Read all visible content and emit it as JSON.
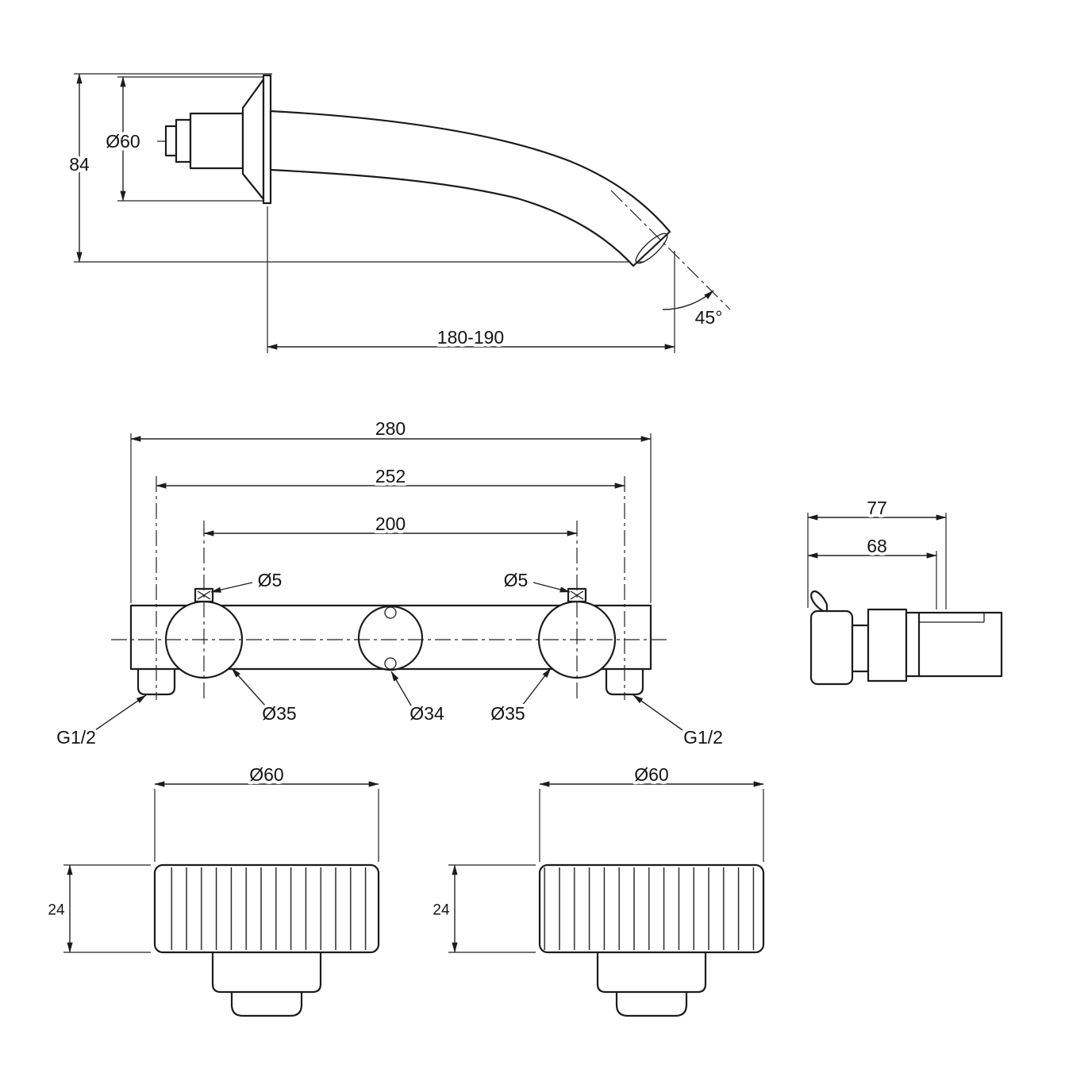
{
  "colors": {
    "background": "#ffffff",
    "line": "#1c1c1c"
  },
  "spout_view": {
    "height": "84",
    "flange_diameter": "Ø60",
    "reach": "180-190",
    "outlet_angle": "45°"
  },
  "body_view": {
    "overall_width": "280",
    "inlet_spacing": "252",
    "handle_spacing": "200",
    "screw_left": "Ø5",
    "screw_right": "Ø5",
    "bore_left": "Ø35",
    "bore_center": "Ø34",
    "bore_right": "Ø35",
    "thread_left": "G1/2",
    "thread_right": "G1/2"
  },
  "side_view": {
    "depth_overall": "77",
    "depth_inner": "68"
  },
  "handle_left": {
    "diameter": "Ø60",
    "height": "24"
  },
  "handle_right": {
    "diameter": "Ø60",
    "height": "24"
  }
}
